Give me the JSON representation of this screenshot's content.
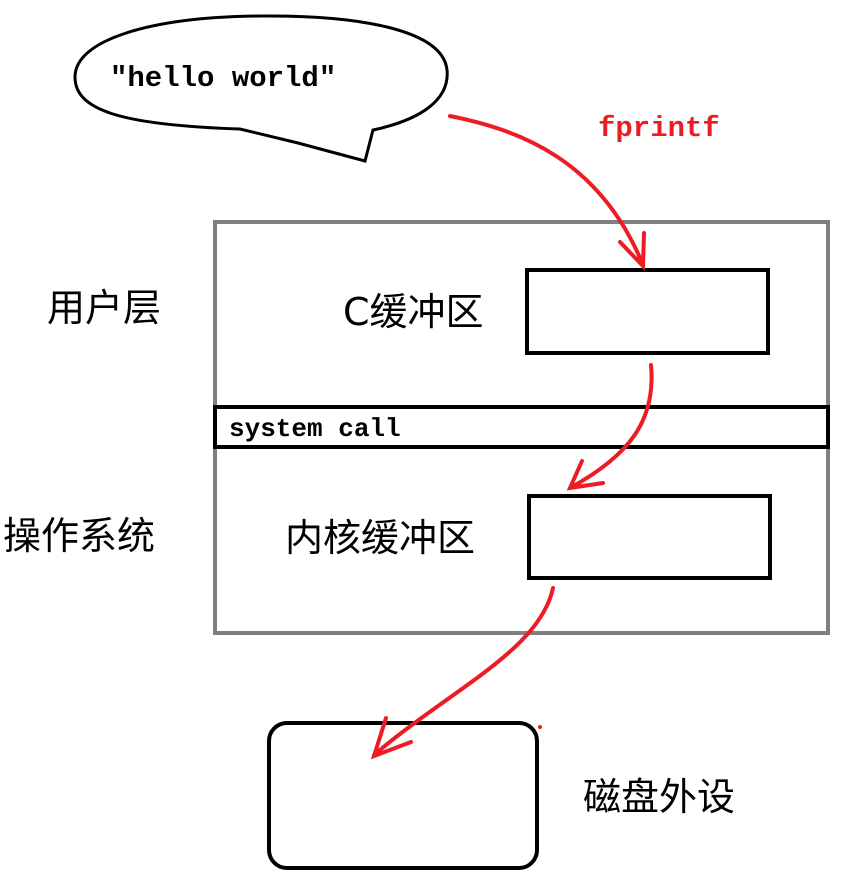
{
  "speech_bubble": {
    "text": "\"hello world\""
  },
  "arrow_label": {
    "text": "fprintf",
    "color": "#ed1c24"
  },
  "layers": {
    "user": {
      "label": "用户层",
      "buffer_label": "C缓冲区"
    },
    "syscall": {
      "label": "system call"
    },
    "os": {
      "label": "操作系统",
      "buffer_label": "内核缓冲区"
    }
  },
  "device": {
    "label": "磁盘外设"
  },
  "colors": {
    "arrow": "#ed1c24",
    "outer_box": "#7f7f7f",
    "stroke": "#000000"
  }
}
